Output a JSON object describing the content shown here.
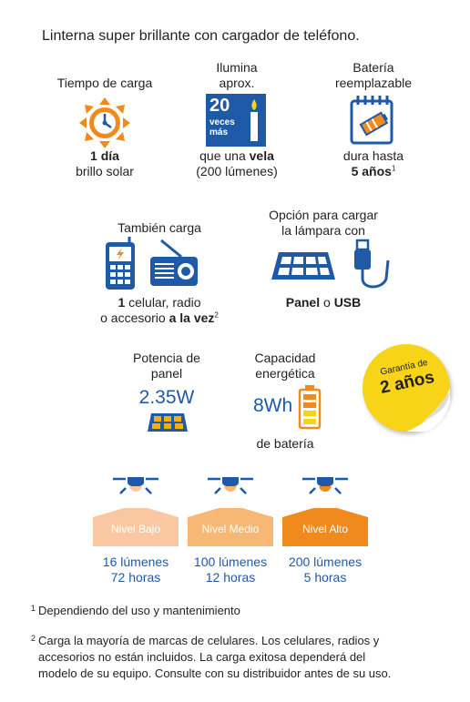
{
  "title": "Linterna super brillante con cargador de teléfono.",
  "features": {
    "charge_time": {
      "label": "Tiempo de carga",
      "value_bold": "1 día",
      "value_rest": "brillo solar",
      "icon": "sun-clock-icon"
    },
    "illuminates": {
      "label_line1": "Ilumina",
      "label_line2": "aprox.",
      "badge_number": "20",
      "badge_line1": "veces",
      "badge_line2": "más",
      "desc_pre": "que una ",
      "desc_bold": "vela",
      "desc_line2": "(200 lúmenes)",
      "icon": "candle-icon"
    },
    "battery": {
      "label_line1": "Batería",
      "label_line2": "reemplazable",
      "desc_line1": "dura hasta",
      "desc_bold": "5 años",
      "desc_sup": "1",
      "icon": "calendar-battery-icon"
    },
    "also_charges": {
      "label": "También carga",
      "desc_bold1": "1",
      "desc_rest1": " celular, radio",
      "desc_pre2": "o accesorio ",
      "desc_bold2": "a la vez",
      "desc_sup": "2",
      "icons": [
        "phone-icon",
        "radio-icon"
      ]
    },
    "charge_option": {
      "label_line1": "Opción para cargar",
      "label_line2": "la lámpara con",
      "desc_bold1": "Panel",
      "desc_mid": " o ",
      "desc_bold2": "USB",
      "icons": [
        "solar-panel-icon",
        "usb-cable-icon"
      ]
    },
    "panel_power": {
      "label_line1": "Potencia de",
      "label_line2": "panel",
      "value": "2.35W",
      "icon": "solar-panel-small-icon"
    },
    "energy": {
      "label_line1": "Capacidad",
      "label_line2": "energética",
      "value": "8Wh",
      "desc": "de batería",
      "icon": "battery-icon"
    }
  },
  "warranty": {
    "line1": "Garantía de",
    "line2": "2 años",
    "color": "#f7d418"
  },
  "levels": [
    {
      "name": "Nivel Bajo",
      "lumens": "16 lúmenes",
      "hours": "72 horas",
      "color": "#f9c8a2"
    },
    {
      "name": "Nivel Medio",
      "lumens": "100 lúmenes",
      "hours": "12 horas",
      "color": "#f7b775"
    },
    {
      "name": "Nivel Alto",
      "lumens": "200 lúmenes",
      "hours": "5 horas",
      "color": "#f08a1c"
    }
  ],
  "notes": [
    {
      "num": "1",
      "text_line1": "Dependiendo del uso y mantenimiento"
    },
    {
      "num": "2",
      "text_line1": "Carga la mayoría de marcas de celulares. Los celulares, radios y",
      "text_line2": "accesorios no están incluidos. La carga exitosa dependerá del",
      "text_line3": "modelo de su equipo. Consulte con su distribuidor antes de su uso."
    }
  ],
  "colors": {
    "blue": "#1f5aa6",
    "orange": "#f08a1c",
    "yellow": "#f7d418"
  }
}
